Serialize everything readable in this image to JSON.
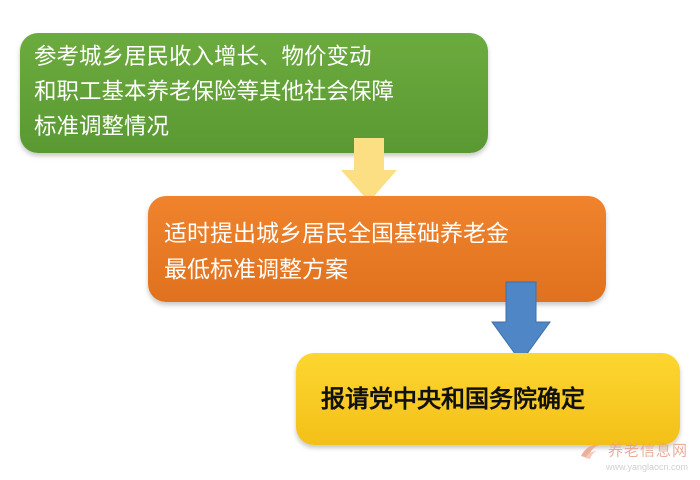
{
  "steps": [
    {
      "lines": [
        "参考城乡居民收入增长、物价变动",
        "和职工基本养老保险等其他社会保障",
        "标准调整情况"
      ],
      "color": "#62a237"
    },
    {
      "lines": [
        "适时提出城乡居民全国基础养老金",
        "最低标准调整方案"
      ],
      "color": "#eb7a24"
    },
    {
      "lines": [
        "报请党中央和国务院确定"
      ],
      "color": "#f8c925"
    }
  ],
  "arrows": [
    {
      "color": "#fddf83",
      "icon": "arrow-down-icon"
    },
    {
      "color": "#4f86c6",
      "icon": "arrow-down-icon"
    }
  ],
  "watermark": {
    "name": "养老信息网",
    "url": "www.yanglaocn.com",
    "color": "#e6a08a"
  }
}
